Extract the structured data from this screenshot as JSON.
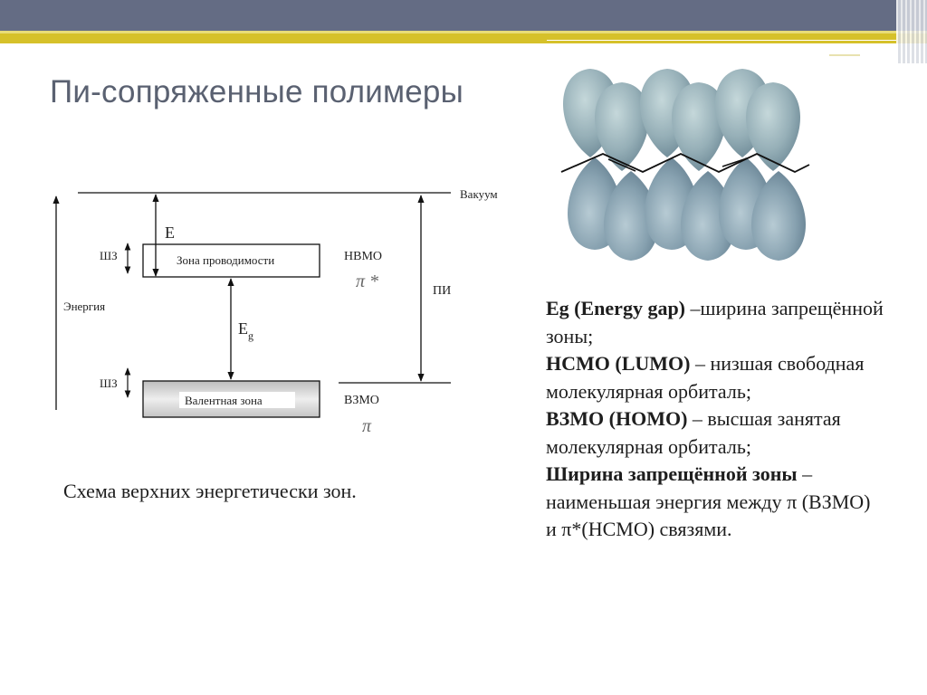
{
  "slide": {
    "title": "Пи-сопряженные полимеры",
    "caption": "Схема верхних энергетически зон."
  },
  "diagram": {
    "vacuum": "Вакуум",
    "energy_axis": "Энергия",
    "e_label": "E",
    "eg_label": "E",
    "eg_sub": "g",
    "conduction_band": "Зона проводимости",
    "valence_band": "Валентная зона",
    "shz_top": "ШЗ",
    "shz_bottom": "ШЗ",
    "lumo_label": "НВМО",
    "lumo_symbol": "π *",
    "homo_label": "ВЗМО",
    "homo_symbol": "π",
    "ip_label": "ПИ"
  },
  "description": [
    {
      "term": "Eg (Energy gap)",
      "text": " –ширина запрещённой зоны;"
    },
    {
      "term": "НСМО (LUMO)",
      "text": " – низшая свободная молекулярная орбиталь;"
    },
    {
      "term": "ВЗМО (НОМО)",
      "text": " – высшая занятая молекулярная орбиталь;"
    },
    {
      "term": "Ширина запрещённой зоны",
      "text": " – наименьшая энергия между π (ВЗМО)"
    },
    {
      "term": "",
      "text": "и π*(НСМО) связями."
    }
  ],
  "colors": {
    "header": "#646c84",
    "accent": "#d6c12a",
    "title": "#5a6171"
  }
}
